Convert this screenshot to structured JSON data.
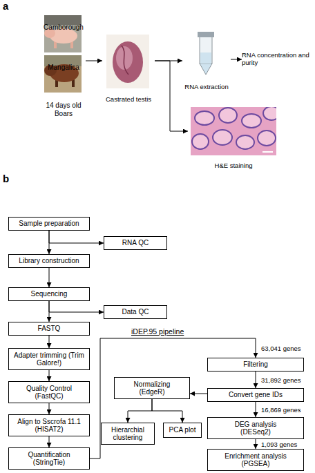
{
  "diagram": {
    "nodes": [
      {
        "text": [
          "14 days old Boars"
        ]
      },
      {
        "text": [
          "Camborough"
        ],
        "in": 0
      },
      {
        "text": [
          "Mangalica"
        ],
        "in": 0
      },
      {
        "text": [
          "Castrated testis"
        ]
      },
      {
        "text": [
          "RNA extraction"
        ]
      },
      {
        "text": [
          "RNA concentration and purity"
        ]
      },
      {
        "text": [
          "H&E staining"
        ]
      },
      {
        "text": [
          "Sample preparation"
        ]
      },
      {
        "text": [
          "RNA QC"
        ]
      },
      {
        "text": [
          "Library construction"
        ]
      },
      {
        "text": [
          "Sequencing"
        ]
      },
      {
        "text": [
          "Data QC"
        ]
      },
      {
        "text": [
          "FASTQ"
        ]
      },
      {
        "text": [
          "Adapter trimming (Trim Galore!)"
        ]
      },
      {
        "text": [
          "Quality Control (FastQC)"
        ]
      },
      {
        "text": [
          "Align to Sscrofa 11.1 (HISAT2)"
        ]
      },
      {
        "text": [
          "Quantification (StringTie)"
        ]
      },
      {
        "text": [
          "Filtering"
        ]
      },
      {
        "text": [
          "Convert gene IDs"
        ]
      },
      {
        "text": [
          "Normalizing (EdgeR)"
        ]
      },
      {
        "text": [
          "Hierarchial clustering"
        ]
      },
      {
        "text": [
          "PCA plot"
        ]
      },
      {
        "text": [
          "DEG analysis (DESeq2)"
        ]
      },
      {
        "text": [
          "Enrichment analysis (PGSEA)"
        ]
      }
    ],
    "edges": [
      {
        "from": 0,
        "to": 3,
        "arrow": "to"
      },
      {
        "from": 3,
        "to": 4,
        "arrow": "to"
      },
      {
        "from": 3,
        "to": 6,
        "arrow": "to"
      },
      {
        "from": 4,
        "to": 5,
        "arrow": "to"
      },
      {
        "from": 7,
        "to": 9,
        "arrow": "to"
      },
      {
        "from": 7,
        "to": 8,
        "arrow": "to"
      },
      {
        "from": 9,
        "to": 10,
        "arrow": "to"
      },
      {
        "from": 10,
        "to": 12,
        "arrow": "to"
      },
      {
        "from": 10,
        "to": 11,
        "arrow": "to"
      },
      {
        "from": 12,
        "to": 13,
        "arrow": "to"
      },
      {
        "from": 13,
        "to": 14,
        "arrow": "to"
      },
      {
        "from": 14,
        "to": 15,
        "arrow": "to"
      },
      {
        "from": 15,
        "to": 16,
        "arrow": "to"
      },
      {
        "from": 16,
        "to": 17,
        "label": "63,041 genes",
        "arrow": "to"
      },
      {
        "from": 17,
        "to": 18,
        "label": "31,892 genes",
        "arrow": "to"
      },
      {
        "from": 18,
        "to": 22,
        "label": "16,869 genes",
        "arrow": "to"
      },
      {
        "from": 22,
        "to": 23,
        "label": "1,093 genes",
        "arrow": "to"
      },
      {
        "from": 18,
        "to": 19,
        "arrow": "to"
      },
      {
        "from": 19,
        "to": 20,
        "arrow": "to"
      },
      {
        "from": 19,
        "to": 21,
        "arrow": "to"
      }
    ],
    "labels": [
      "a",
      "b",
      "iDEP.95 pipeline"
    ]
  }
}
